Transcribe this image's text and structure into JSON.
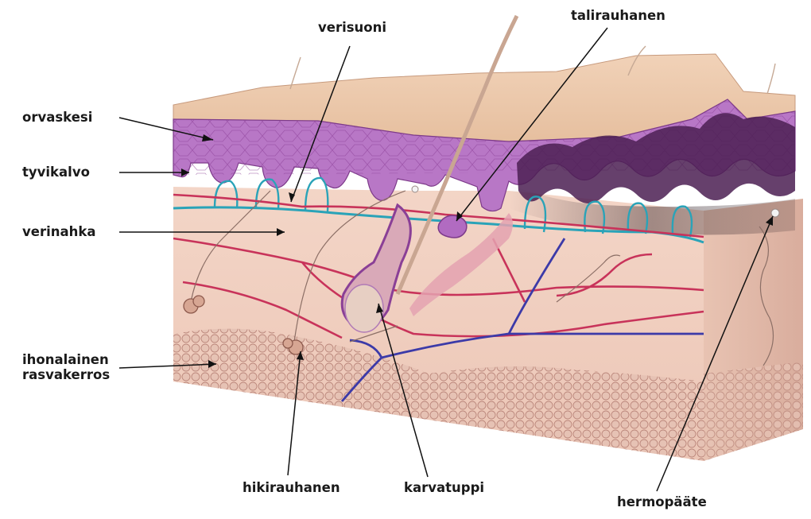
{
  "labels": {
    "verisuoni": "verisuoni",
    "talirauhanen": "talirauhanen",
    "orvaskesi": "orvaskesi",
    "tyvikalvo": "tyvikalvo",
    "verinahka": "verinahka",
    "ihonalainen_line1": "ihonalainen",
    "ihonalainen_line2": "rasvakerros",
    "hikirauhanen": "hikirauhanen",
    "karvatuppi": "karvatuppi",
    "hermopaate": "hermopääte"
  },
  "colors": {
    "epidermis": "#b06bc2",
    "epidermis_dark": "#6a2a6e",
    "dermis": "#f1d3c4",
    "fat": "#e3bdb0",
    "artery": "#c8335a",
    "vein": "#3c3aa8",
    "lymph": "#2aa3b8",
    "skin_top": "#e9c4a8"
  }
}
